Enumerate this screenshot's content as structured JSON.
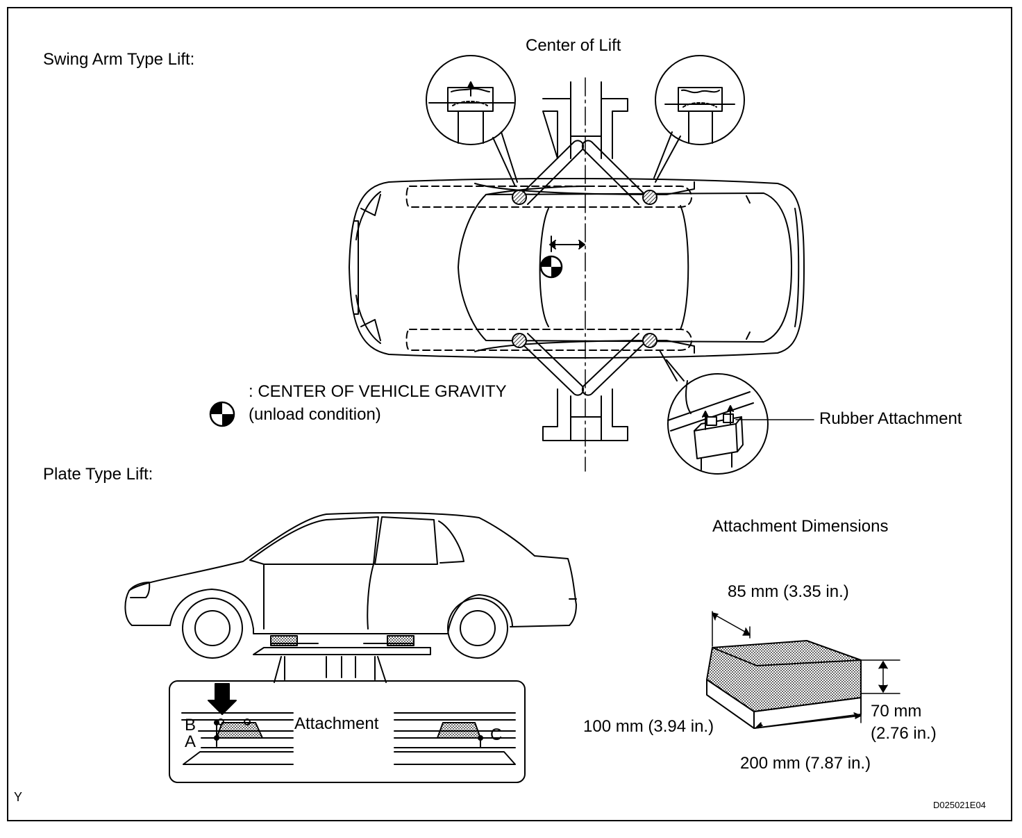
{
  "sections": {
    "swing_arm": {
      "heading": "Swing Arm Type Lift:",
      "center_label": "Center of Lift"
    },
    "plate": {
      "heading": "Plate Type Lift:"
    },
    "dimensions": {
      "heading": "Attachment Dimensions"
    }
  },
  "legend": {
    "cog_line1": ": CENTER OF VEHICLE GRAVITY",
    "cog_line2": "(unload condition)",
    "icon": "center-of-gravity-symbol"
  },
  "callouts": {
    "rubber_attachment": "Rubber Attachment",
    "attachment": "Attachment",
    "point_a": "A",
    "point_b": "B",
    "point_c": "C"
  },
  "dimensions": {
    "width": "85 mm (3.35 in.)",
    "depth": "100 mm (3.94 in.)",
    "length": "200 mm (7.87 in.)",
    "height_mm": "70 mm",
    "height_in": "(2.76 in.)"
  },
  "footer": {
    "corner_mark": "Y",
    "figure_id": "D025021E04"
  }
}
